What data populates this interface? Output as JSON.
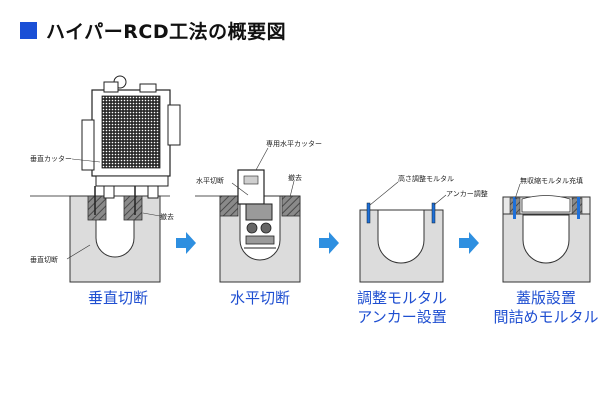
{
  "title": "ハイパーRCD工法の概要図",
  "colors": {
    "accent": "#1a4fd6",
    "caption": "#1f4fd1",
    "arrow": "#2e8fe0",
    "concrete": "#dcdcdc",
    "hatch": "#6e6e6e"
  },
  "steps": [
    {
      "caption_lines": [
        "垂直切断"
      ],
      "callouts": {
        "vertical_cutter": "垂直カッター",
        "removal": "撤去",
        "vertical_cut": "垂直切断"
      }
    },
    {
      "caption_lines": [
        "水平切断"
      ],
      "callouts": {
        "horizontal_cutter": "専用水平カッター",
        "horizontal_cut": "水平切断",
        "removal": "撤去"
      }
    },
    {
      "caption_lines": [
        "調整モルタル",
        "アンカー設置"
      ],
      "callouts": {
        "height_mortar": "高さ調整モルタル",
        "anchor": "アンカー調整"
      }
    },
    {
      "caption_lines": [
        "蓋版設置",
        "間詰めモルタル"
      ],
      "callouts": {
        "fill_mortar": "無収縮モルタル充填"
      }
    }
  ]
}
